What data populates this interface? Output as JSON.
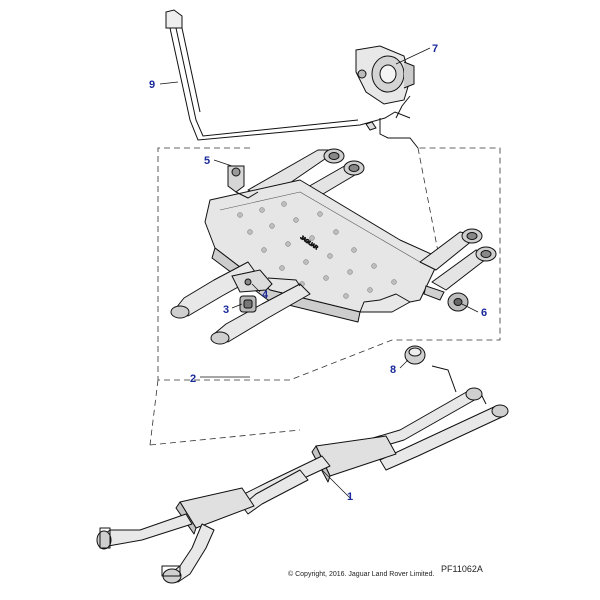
{
  "diagram": {
    "callouts": [
      "1",
      "2",
      "3",
      "4",
      "5",
      "6",
      "7",
      "8",
      "9"
    ],
    "copyright": "© Copyright, 2016. Jaguar Land Rover Limited.",
    "figure_ref": "PF11062A",
    "colors": {
      "callout": "#1a2a9a",
      "line": "#111111",
      "part_fill": "#e8e8e8",
      "part_shade": "#cfcfcf"
    }
  }
}
